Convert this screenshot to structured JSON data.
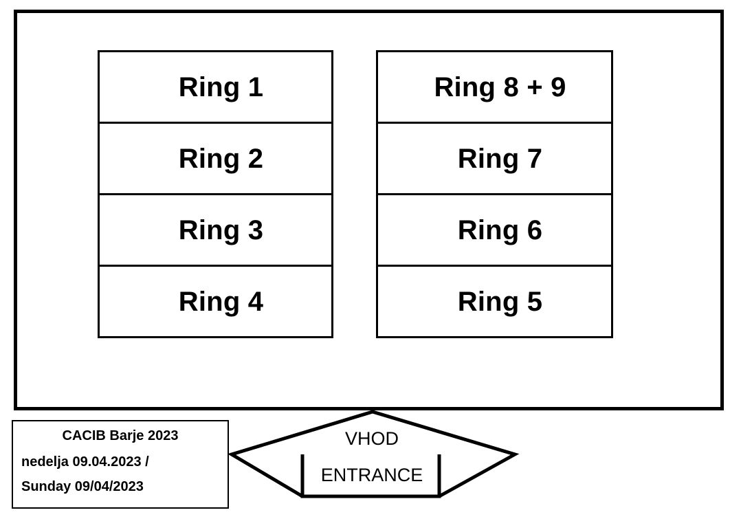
{
  "plan": {
    "hall": {
      "name": "exhibition-hall",
      "columns": [
        {
          "id": "left",
          "cells": [
            {
              "label": "Ring 1"
            },
            {
              "label": "Ring 2"
            },
            {
              "label": "Ring 3"
            },
            {
              "label": "Ring 4"
            }
          ]
        },
        {
          "id": "right",
          "cells": [
            {
              "label": "Ring 8 + 9"
            },
            {
              "label": "Ring 7"
            },
            {
              "label": "Ring 6"
            },
            {
              "label": "Ring 5"
            }
          ]
        }
      ]
    },
    "entrance": {
      "label_primary": "VHOD",
      "label_secondary": "ENTRANCE"
    },
    "caption": {
      "title": "CACIB Barje 2023",
      "line1": "nedelja 09.04.2023 /",
      "line2": "Sunday 09/04/2023"
    },
    "colors": {
      "stroke": "#000000",
      "background": "#ffffff"
    }
  }
}
